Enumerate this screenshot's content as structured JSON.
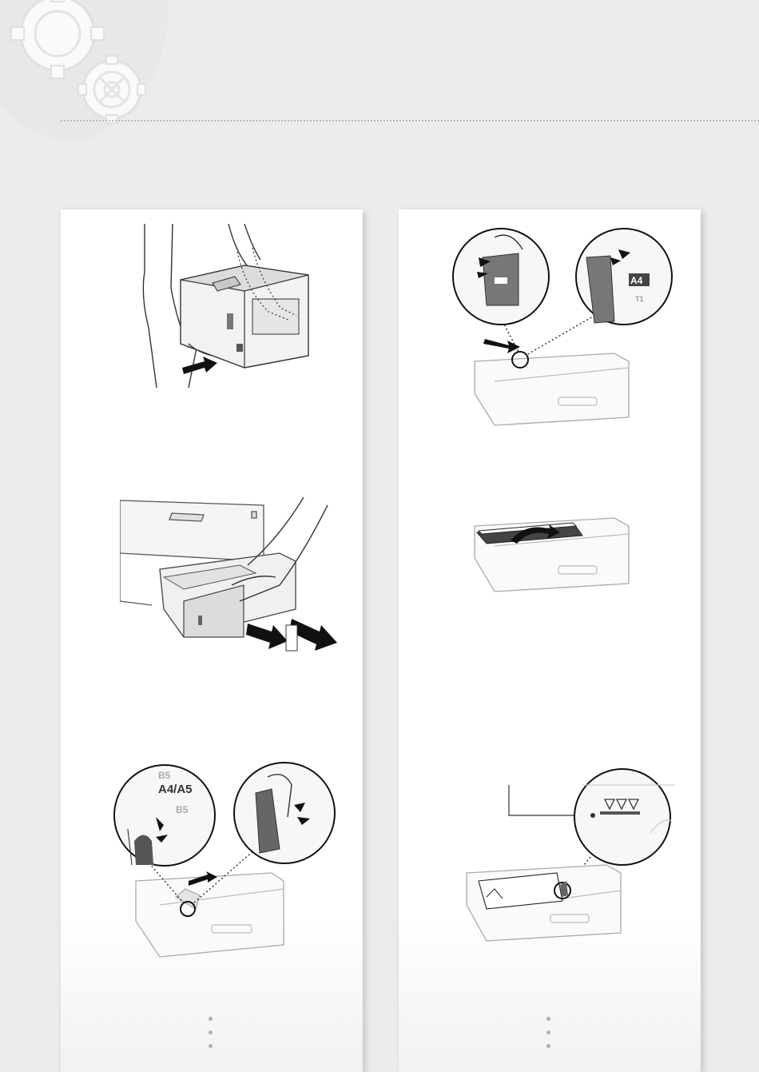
{
  "header": {
    "icon": "gear-icon",
    "colors": {
      "gear_fill": "#e3e3e3",
      "gear_outline": "#d0d0d0",
      "rule": "#b8b8b8"
    }
  },
  "left_panel": {
    "steps": [
      {
        "id": "lift-printer",
        "icon": "arrow-right-icon"
      },
      {
        "id": "pull-out-drawer",
        "icon": "arrow-out-icon"
      },
      {
        "id": "adjust-front-guide",
        "callout_labels": {
          "top": "B5",
          "middle": "A4/A5",
          "bottom": "B5"
        }
      }
    ]
  },
  "right_panel": {
    "steps": [
      {
        "id": "adjust-side-guides",
        "callout_labels": {
          "size": "A4",
          "small": "T1"
        }
      },
      {
        "id": "fan-paper",
        "icon": "curved-arrow-icon"
      },
      {
        "id": "load-limit-mark",
        "icon": "triangle-mark-icon"
      }
    ]
  }
}
